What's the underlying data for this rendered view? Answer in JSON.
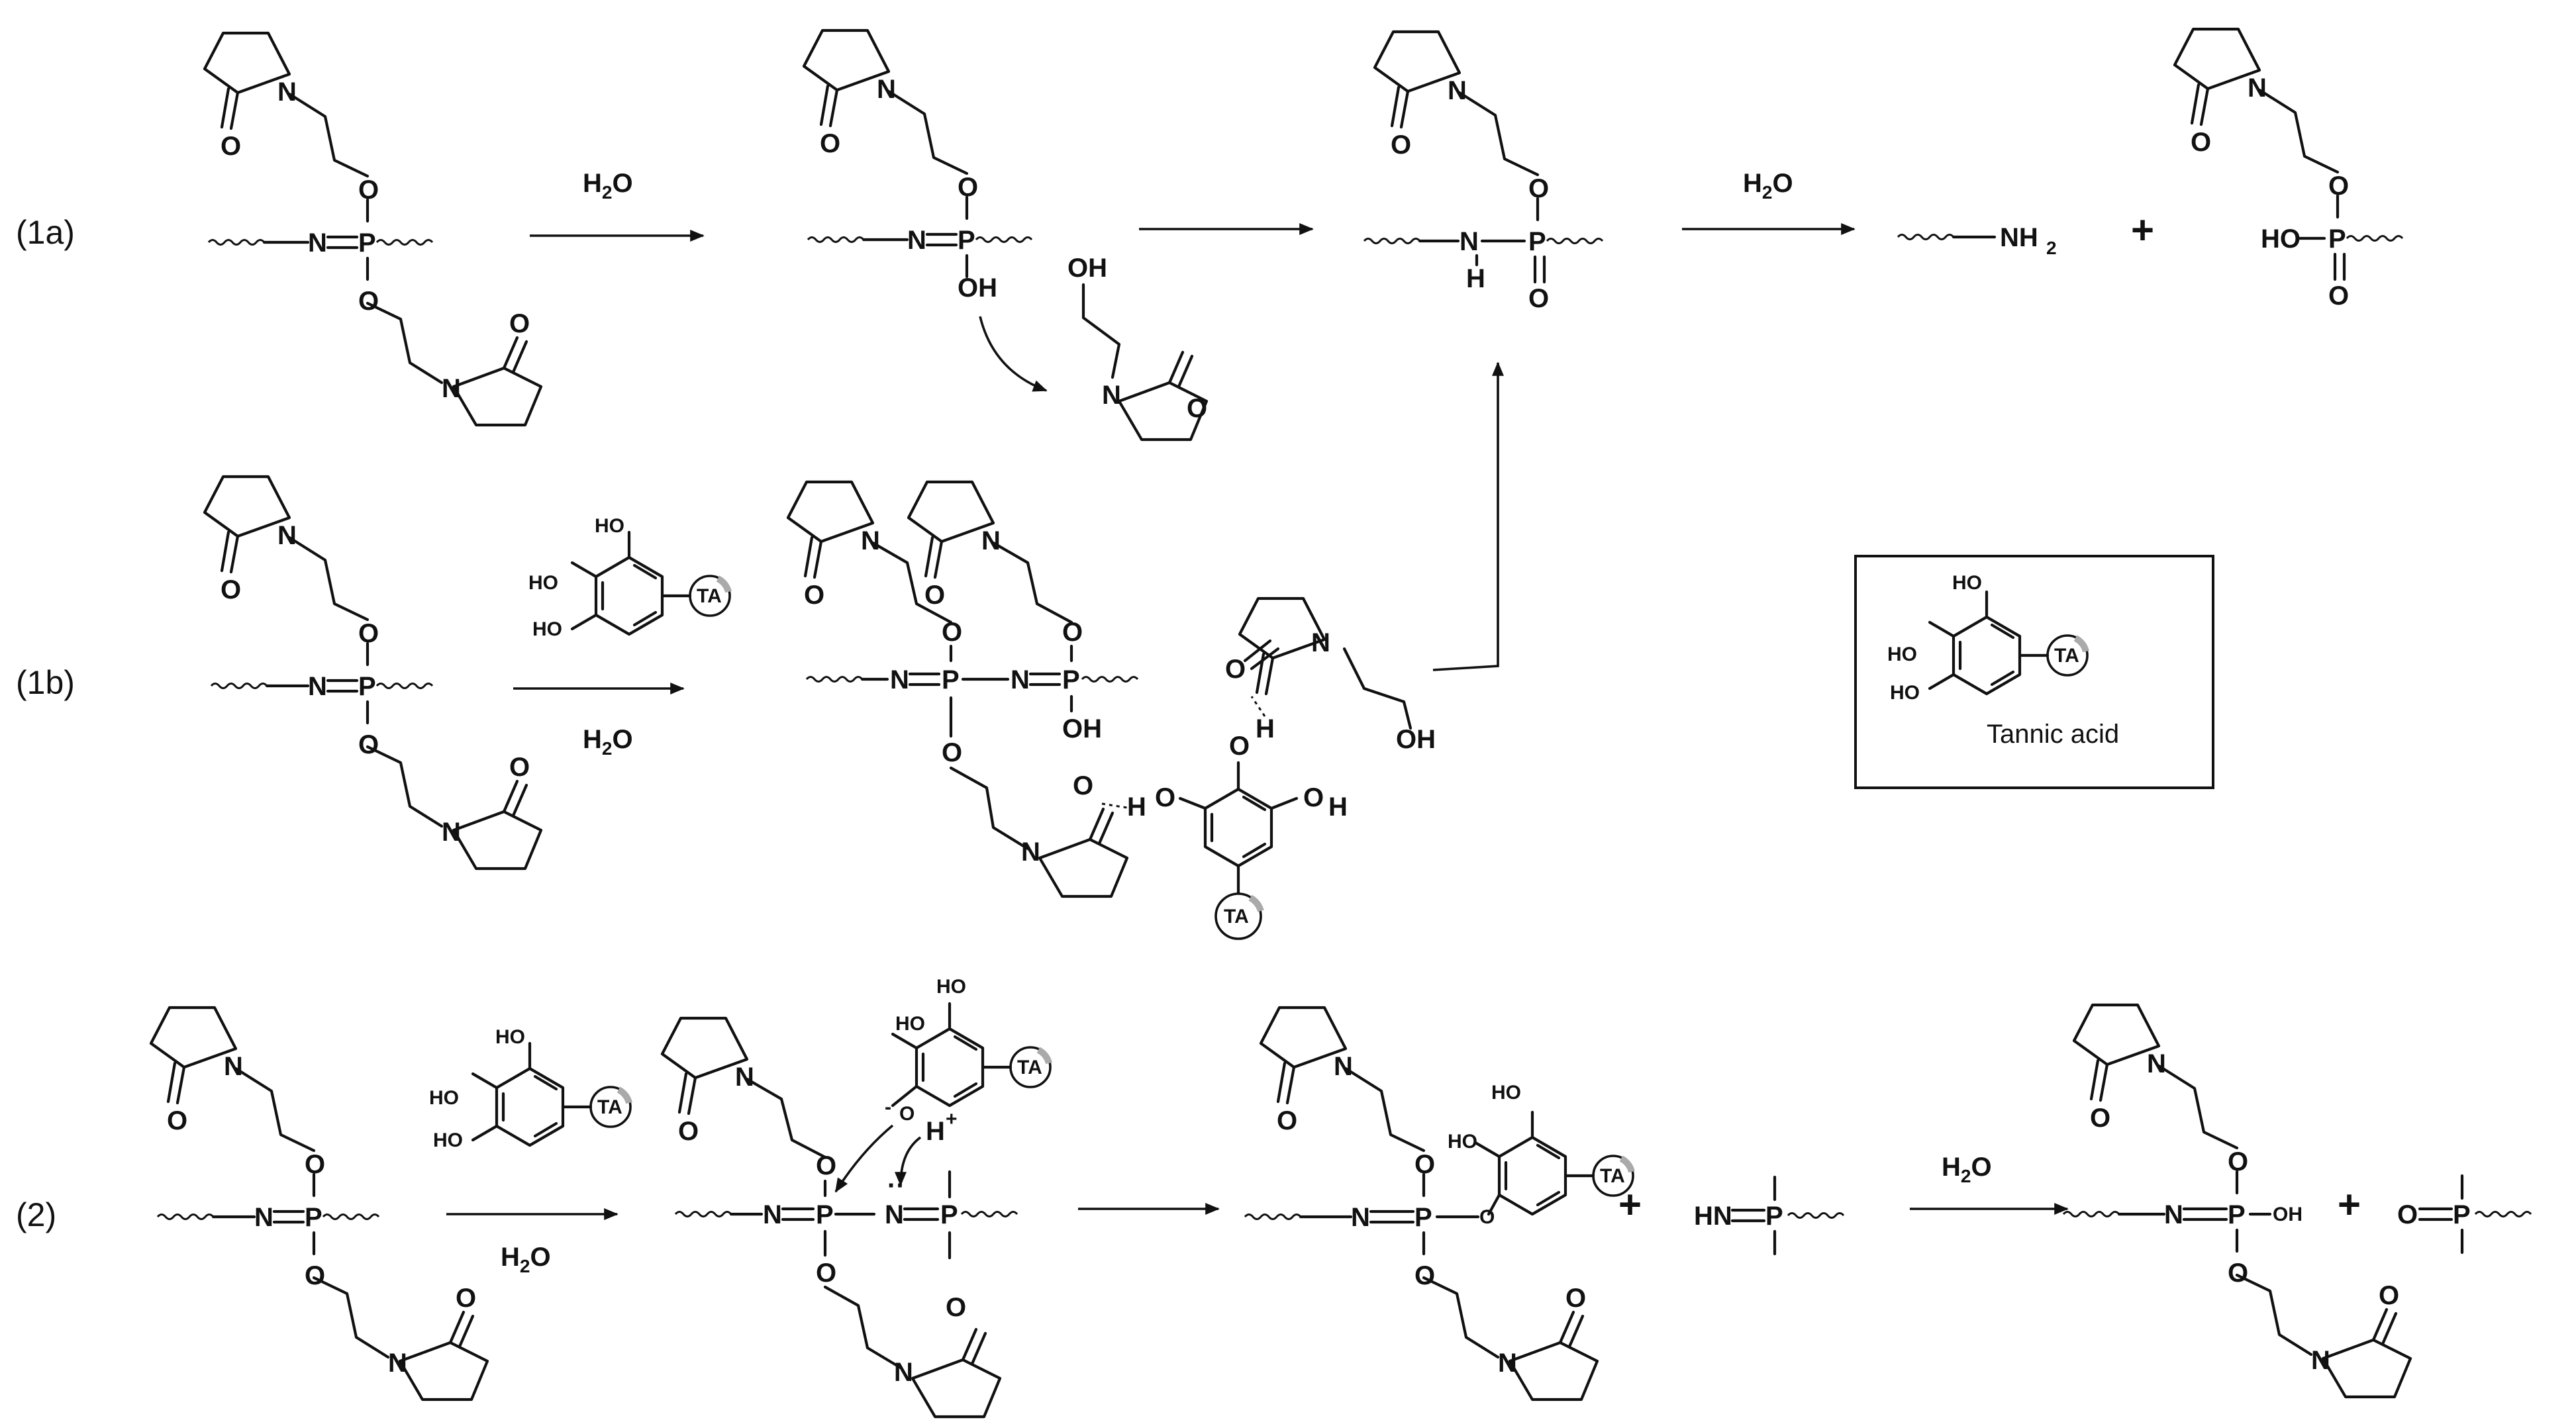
{
  "labels": {
    "r1a": "(1a)",
    "r1b": "(1b)",
    "r2": "(2)"
  },
  "reagents": {
    "water_H": "H",
    "water_2": "2",
    "water_O": "O"
  },
  "atoms": {
    "N": "N",
    "O": "O",
    "P": "P",
    "H": "H",
    "OH": "OH",
    "HO": "HO",
    "HN": "HN",
    "NH": "NH",
    "TA": "TA",
    "minus": "-",
    "plus_charge": "+",
    "lonepair": "··"
  },
  "operators": {
    "plus": "+"
  },
  "legend": {
    "caption": "Tannic acid"
  }
}
